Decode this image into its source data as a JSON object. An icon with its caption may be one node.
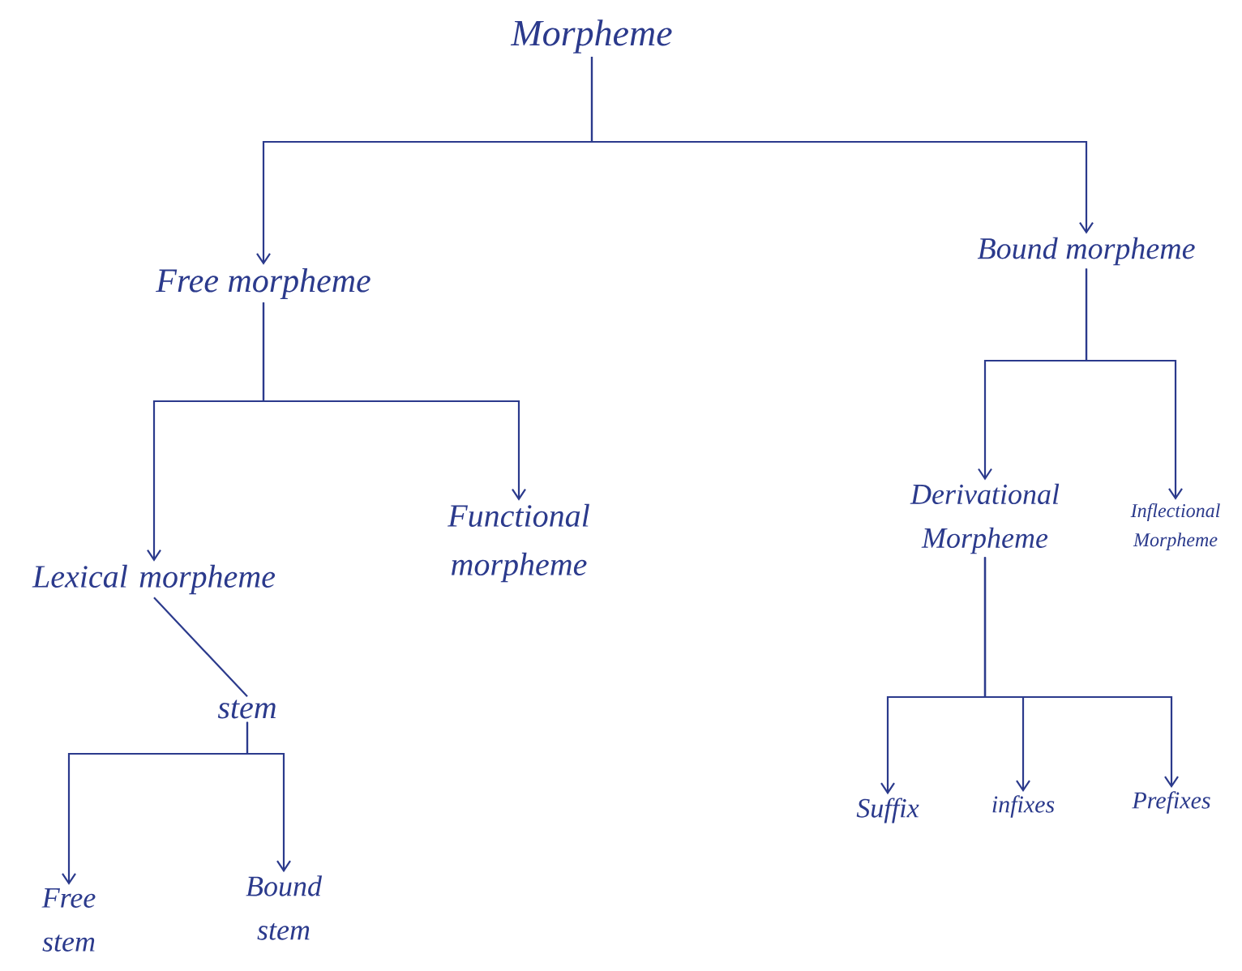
{
  "diagram": {
    "nodes": [
      {
        "text": [
          "Morpheme"
        ]
      },
      {
        "text": [
          "Free morpheme"
        ]
      },
      {
        "text": [
          "Bound morpheme"
        ]
      },
      {
        "text": [
          "Lexical morpheme"
        ]
      },
      {
        "text": [
          "Functional morpheme"
        ]
      },
      {
        "text": [
          "stem"
        ]
      },
      {
        "text": [
          "Free stem"
        ]
      },
      {
        "text": [
          "Bound stem"
        ]
      },
      {
        "text": [
          "Derivational Morpheme"
        ]
      },
      {
        "text": [
          "Inflectional Morpheme"
        ]
      },
      {
        "text": [
          "Suffix"
        ]
      },
      {
        "text": [
          "infixes"
        ]
      },
      {
        "text": [
          "Prefixes"
        ]
      }
    ],
    "edges": [
      {
        "from": 0,
        "to": 1,
        "arrow": "to"
      },
      {
        "from": 0,
        "to": 2,
        "arrow": "to"
      },
      {
        "from": 1,
        "to": 3,
        "arrow": "to"
      },
      {
        "from": 1,
        "to": 4,
        "arrow": "to"
      },
      {
        "from": 3,
        "to": 5,
        "arrow": "none"
      },
      {
        "from": 5,
        "to": 6,
        "arrow": "to"
      },
      {
        "from": 5,
        "to": 7,
        "arrow": "to"
      },
      {
        "from": 2,
        "to": 8,
        "arrow": "to"
      },
      {
        "from": 2,
        "to": 9,
        "arrow": "to"
      },
      {
        "from": 8,
        "to": 10,
        "arrow": "to"
      },
      {
        "from": 8,
        "to": 11,
        "arrow": "to"
      },
      {
        "from": 8,
        "to": 12,
        "arrow": "to"
      }
    ]
  }
}
